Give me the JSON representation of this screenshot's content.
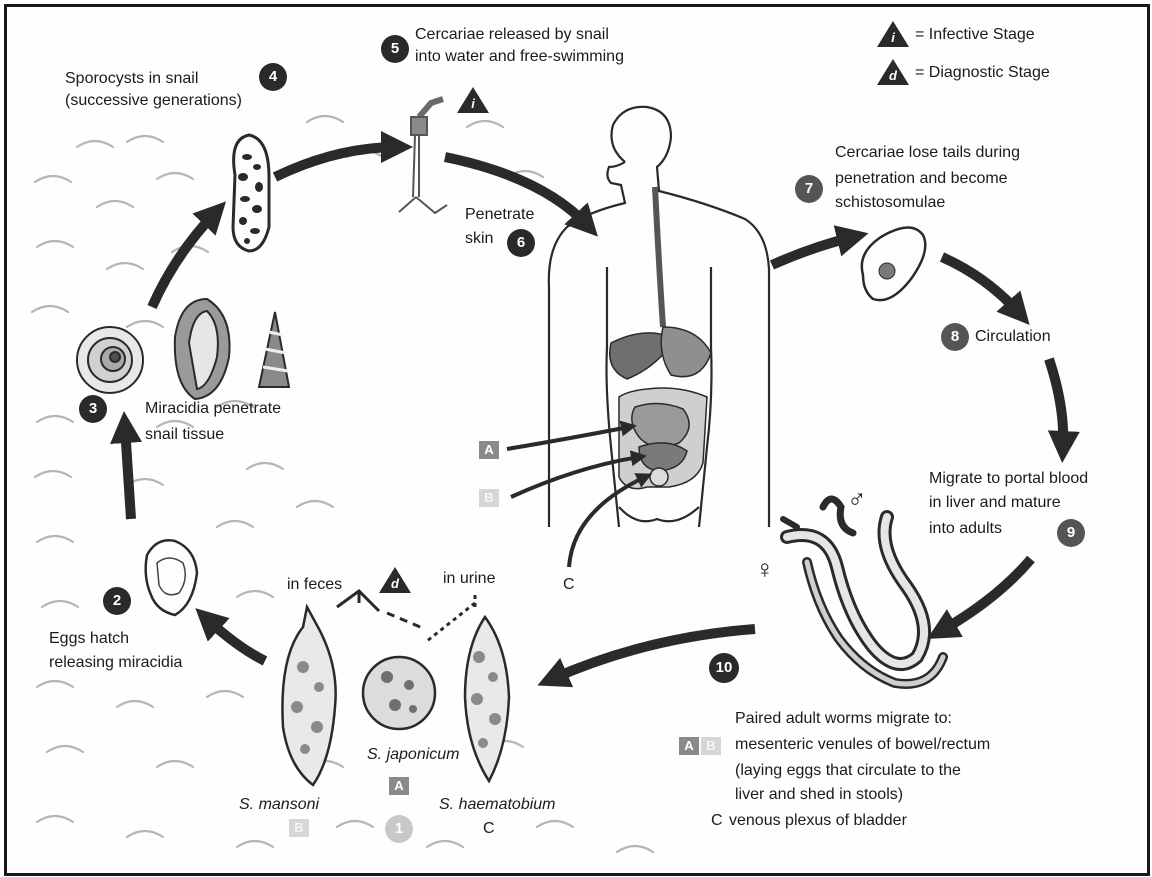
{
  "legend": {
    "infective_symbol": "i",
    "infective_label": "= Infective Stage",
    "diagnostic_symbol": "d",
    "diagnostic_label": "= Diagnostic Stage"
  },
  "steps": {
    "s1": {
      "number": "1"
    },
    "s2": {
      "number": "2",
      "line1": "Eggs hatch",
      "line2": "releasing miracidia"
    },
    "s3": {
      "number": "3",
      "line1": "Miracidia penetrate",
      "line2": "snail tissue"
    },
    "s4": {
      "number": "4",
      "line1": "Sporocysts in snail",
      "line2": "(successive generations)"
    },
    "s5": {
      "number": "5",
      "line1": "Cercariae released by snail",
      "line2": "into water and free-swimming",
      "symbol": "i"
    },
    "s6": {
      "number": "6",
      "line1": "Penetrate",
      "line2": "skin"
    },
    "s7": {
      "number": "7",
      "line1": "Cercariae lose tails during",
      "line2": "penetration and become",
      "line3": "schistosomulae"
    },
    "s8": {
      "number": "8",
      "label": "Circulation"
    },
    "s9": {
      "number": "9",
      "line1": "Migrate to portal blood",
      "line2": "in liver and mature",
      "line3": "into adults"
    },
    "s10": {
      "number": "10",
      "line1": "Paired adult worms migrate to:",
      "line2": "mesenteric venules of bowel/rectum",
      "line3": "(laying eggs that circulate to the",
      "line4": "liver and shed in stools)",
      "line5": "venous plexus of bladder",
      "c_letter": "C"
    }
  },
  "eggs": {
    "feces_label": "in feces",
    "urine_label": "in urine",
    "diagnostic_symbol": "d",
    "mansoni": "S. mansoni",
    "japonicum": "S. japonicum",
    "haematobium": "S. haematobium",
    "tag_a": "A",
    "tag_b": "B",
    "tag_c": "C"
  },
  "body_routes": {
    "a": "A",
    "b": "B",
    "c": "C"
  },
  "worms": {
    "male_symbol": "♂",
    "female_symbol": "♀"
  },
  "colors": {
    "ink": "#2a2a2a",
    "wave": "#b5b5b5",
    "organ_dark": "#6f6f6f",
    "organ_light": "#bdbdbd"
  }
}
